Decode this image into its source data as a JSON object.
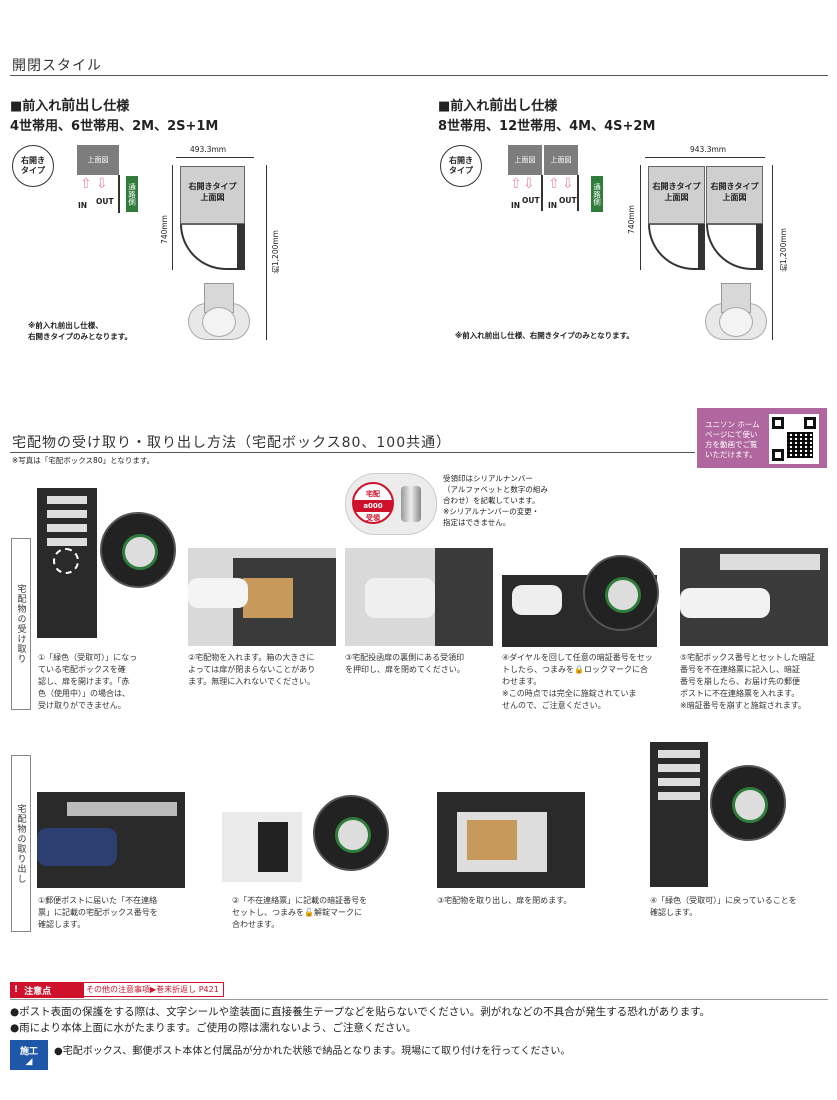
{
  "section1": {
    "title": "開閉スタイル",
    "left": {
      "heading_prefix": "■前入れ",
      "heading_bold": "前出し",
      "heading_suffix": "仕様",
      "subheading": "4世帯用、6世帯用、2M、2S+1M",
      "badge": "右開き\nタイプ",
      "top_view": "上面図",
      "in_label": "IN",
      "out_label": "OUT",
      "passage_label": "通路側",
      "width_dim": "493.3mm",
      "depth_dim": "740mm",
      "height_dim": "約1,200mm",
      "box_label": "右開きタイプ\n上面図",
      "note": "※前入れ前出し仕様、\n右開きタイプのみとなります。"
    },
    "right": {
      "heading_prefix": "■前入れ",
      "heading_bold": "前出し",
      "heading_suffix": "仕様",
      "subheading": "8世帯用、12世帯用、4M、4S+2M",
      "badge": "右開き\nタイプ",
      "top_view_1": "上面図",
      "top_view_2": "上面図",
      "in_label": "IN",
      "out_label": "OUT",
      "passage_label": "通路側",
      "width_dim": "943.3mm",
      "depth_dim": "740mm",
      "height_dim": "約1,200mm",
      "box_label_1": "右開きタイプ\n上面図",
      "box_label_2": "右開きタイプ\n上面図",
      "note": "※前入れ前出し仕様、右開きタイプのみとなります。"
    }
  },
  "section2": {
    "title": "宅配物の受け取り・取り出し方法（宅配ボックス80、100共通）",
    "photo_note": "※写真は「宅配ボックス80」となります。",
    "qr_text": "ユニソン ホーム\nページにて使い\n方を動画でご覧\nいただけます。",
    "stamp_label_top": "宅配",
    "stamp_label_mid": "a000",
    "stamp_label_bot": "受領",
    "stamp_note": "受領印はシリアルナンバー\n（アルファベットと数字の組み\n合わせ）を記載しています。\n※シリアルナンバーの変更・\n指定はできません。",
    "receive_label": "宅配物の受け取り",
    "receive_steps": [
      "①「緑色（受取可）」になっ\nている宅配ボックスを確\n認し、扉を開けます。「赤\n色（使用中）」の場合は、\n受け取りができません。",
      "②宅配物を入れます。箱の大きさに\nよっては扉が閉まらないことがあり\nます。無理に入れないでください。",
      "③宅配投函扉の裏側にある受領印\nを押印し、扉を閉めてください。",
      "④ダイヤルを回して任意の暗証番号をセッ\nトしたら、つまみを🔒ロックマークに合\nわせます。\n※この時点では完全に施錠されていま\nせんので、ご注意ください。",
      "⑤宅配ボックス番号とセットした暗証\n番号を不在連絡票に記入し、暗証\n番号を崩したら、お届け先の郵便\nポストに不在連絡票を入れます。\n※暗証番号を崩すと施錠されます。"
    ],
    "retrieve_label": "宅配物の取り出し",
    "retrieve_steps": [
      "①郵便ポストに届いた「不在連絡\n票」に記載の宅配ボックス番号を\n確認します。",
      "②「不在連絡票」に記載の暗証番号を\nセットし、つまみを🔓解錠マークに\n合わせます。",
      "③宅配物を取り出し、扉を閉めます。",
      "④「緑色（受取可）」に戻っていることを\n確認します。"
    ]
  },
  "notes": {
    "badge": "注意点",
    "ref_text": "その他の注意事項▶巻末折返し P421",
    "lines": [
      "●ポスト表面の保護をする際は、文字シールや塗装面に直接養生テープなどを貼らないでください。剥がれなどの不具合が発生する恐れがあります。",
      "●雨により本体上面に水がたまります。ご使用の際は濡れないよう、ご注意ください。"
    ],
    "construction_badge": "施工",
    "construction_line": "●宅配ボックス、郵便ポスト本体と付属品が分かれた状態で納品となります。現場にて取り付けを行ってください。"
  }
}
